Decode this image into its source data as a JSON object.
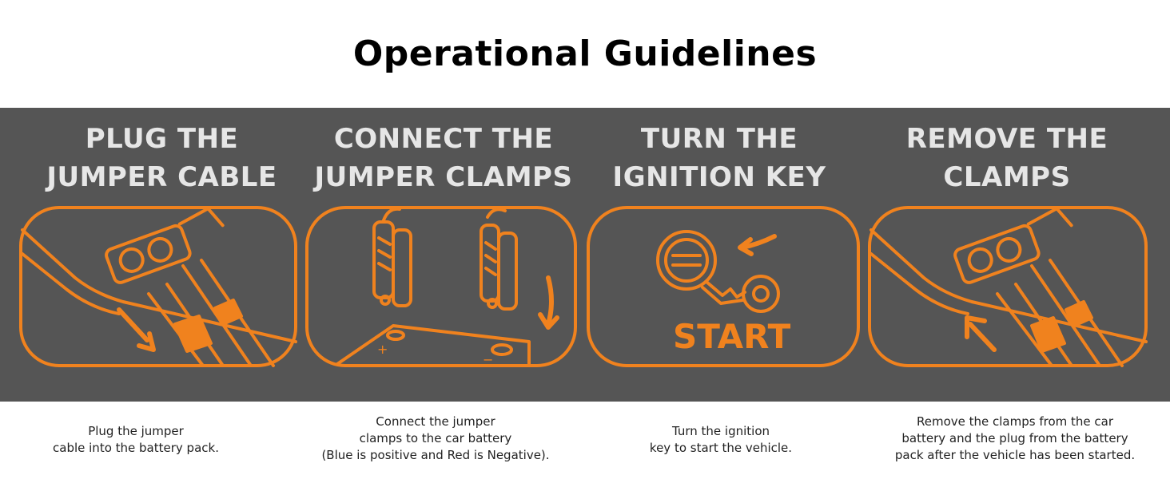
{
  "title": "Operational Guidelines",
  "colors": {
    "band": "#555555",
    "accent": "#f0821e",
    "heading": "#e6e6e6"
  },
  "steps": [
    {
      "heading": [
        "PLUG THE",
        "JUMPER CABLE"
      ],
      "caption": [
        "Plug the jumper",
        "cable into the battery pack."
      ],
      "icon": "plug-cable-icon"
    },
    {
      "heading": [
        "CONNECT THE",
        "JUMPER CLAMPS"
      ],
      "caption": [
        "Connect the jumper",
        "clamps to the car battery",
        "(Blue is positive and Red is Negative)."
      ],
      "icon": "clamps-battery-icon",
      "battery_plus": "+",
      "battery_minus": "−"
    },
    {
      "heading": [
        "TURN THE",
        "IGNITION KEY"
      ],
      "caption": [
        "Turn the ignition",
        "key to start the vehicle."
      ],
      "icon": "ignition-key-icon",
      "start_label": "START"
    },
    {
      "heading": [
        "REMOVE THE",
        "CLAMPS"
      ],
      "caption": [
        "Remove the clamps from the car",
        "battery and the plug from the battery",
        "pack after the vehicle has been started."
      ],
      "icon": "remove-clamps-icon"
    }
  ]
}
